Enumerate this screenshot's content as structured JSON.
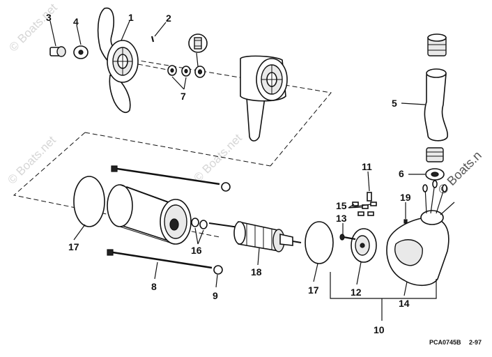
{
  "diagram": {
    "callouts": [
      "1",
      "2",
      "3",
      "4",
      "5",
      "6",
      "7",
      "8",
      "9",
      "10",
      "11",
      "12",
      "13",
      "14",
      "15",
      "16",
      "17",
      "18",
      "19"
    ],
    "label_17b": "17",
    "reference_code": "PCA0745B",
    "revision_date": "2-97",
    "watermarks": [
      "© Boats.net",
      "© Boats.net",
      "© Boats.net",
      "© Boats.n"
    ]
  }
}
